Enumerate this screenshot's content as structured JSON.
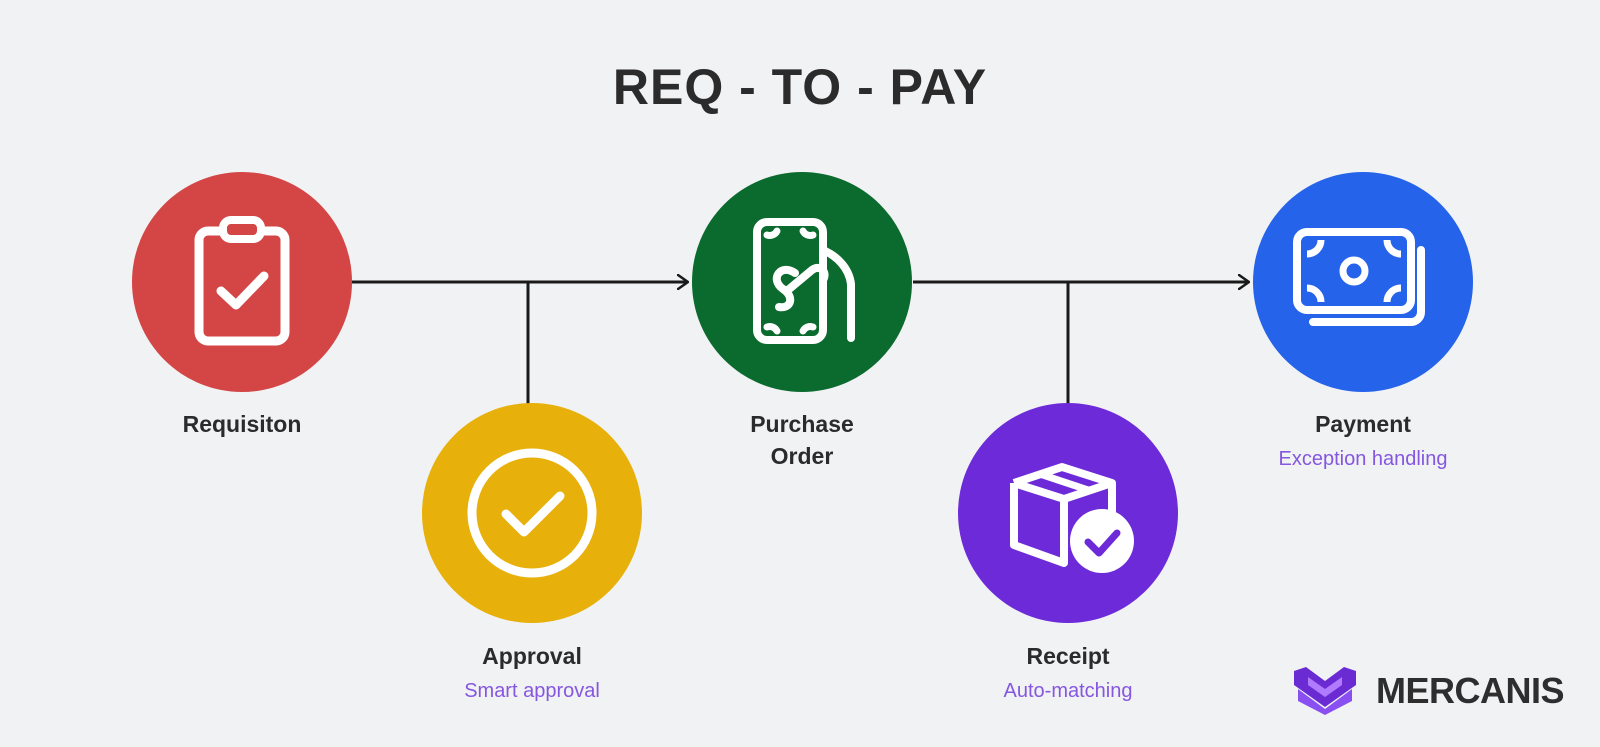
{
  "title": "REQ - TO - PAY",
  "colors": {
    "requisition": "#d44545",
    "approval": "#e8b00a",
    "purchase_order": "#0b6a2e",
    "receipt": "#6d2ad9",
    "payment": "#2563eb",
    "sub_label": "#8557e0"
  },
  "steps": [
    {
      "label": "Requisiton",
      "sub": "",
      "icon": "clipboard-check-icon"
    },
    {
      "label": "Approval",
      "sub": "Smart approval",
      "icon": "circle-check-icon"
    },
    {
      "label": "Purchase\nOrder",
      "sub": "",
      "icon": "hand-money-icon"
    },
    {
      "label": "Receipt",
      "sub": "Auto-matching",
      "icon": "box-check-icon"
    },
    {
      "label": "Payment",
      "sub": "Exception handling",
      "icon": "banknotes-icon"
    }
  ],
  "logo": {
    "text": "MERCANIS",
    "icon": "mercanis-logo-icon"
  }
}
